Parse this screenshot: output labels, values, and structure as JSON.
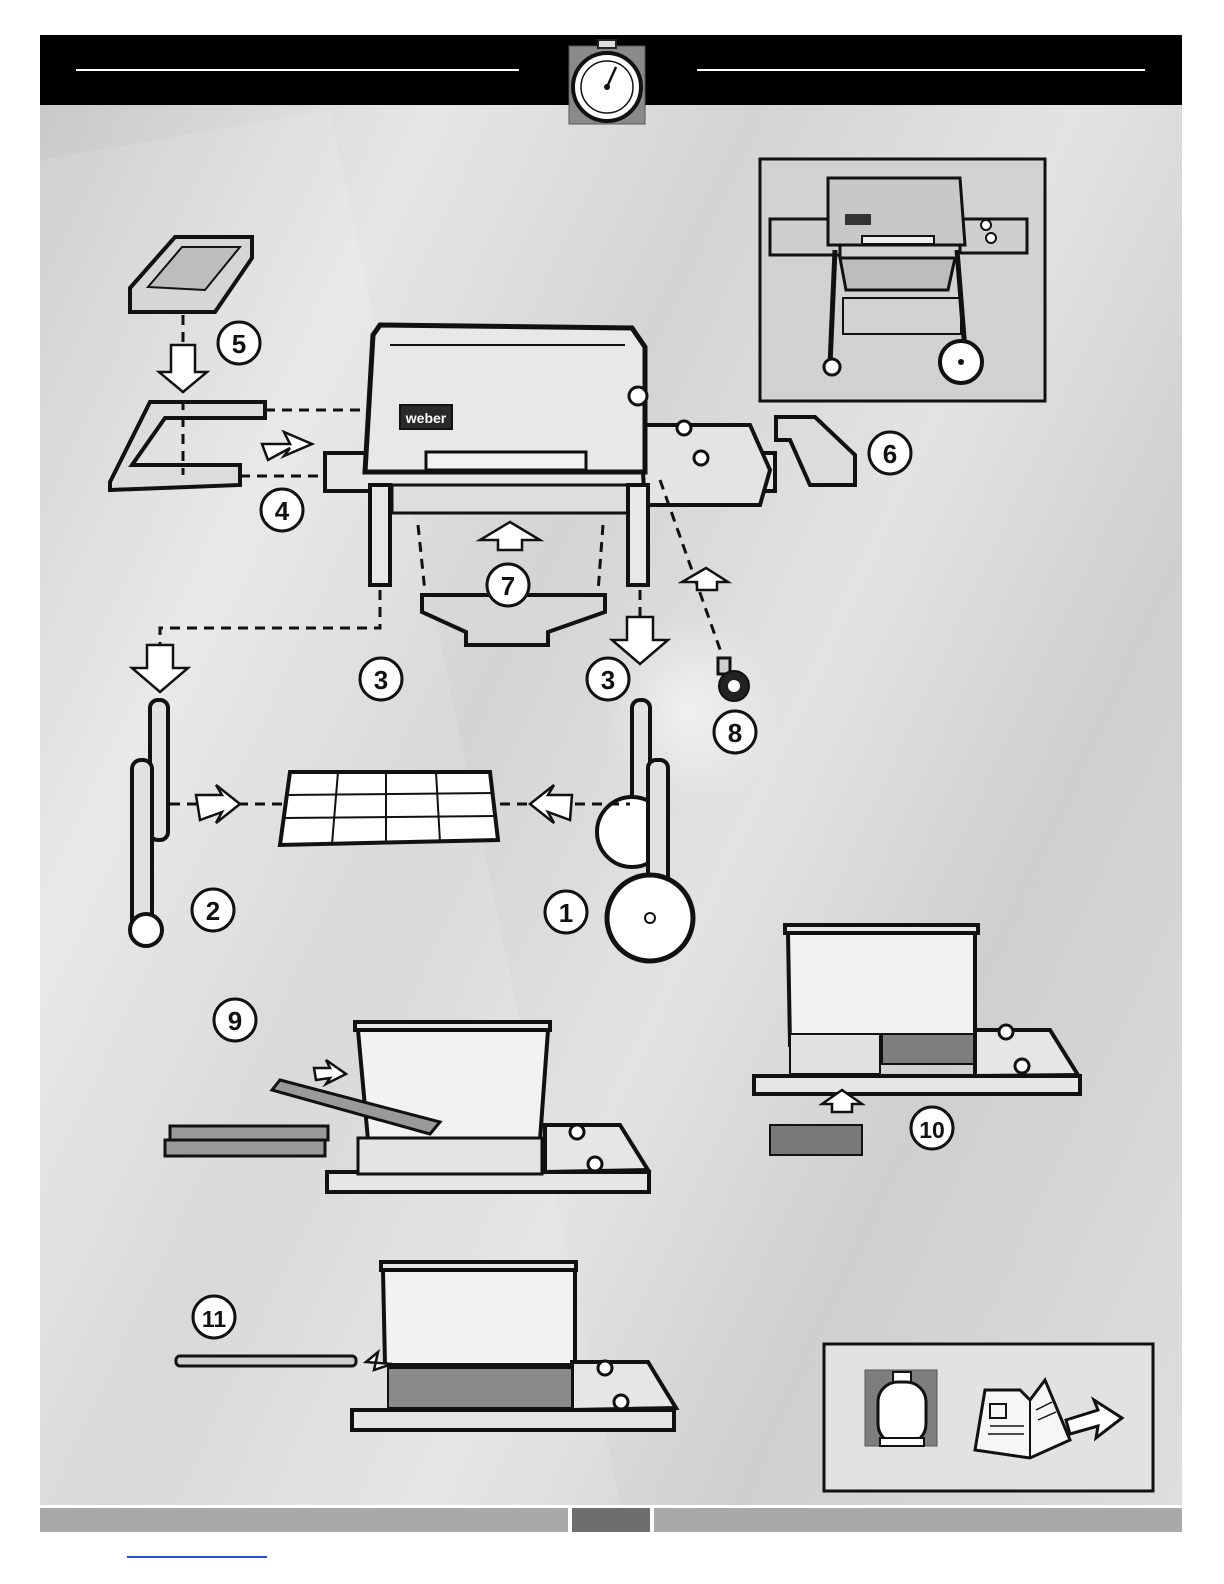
{
  "diagram": {
    "brand_label": "weber",
    "steps": [
      {
        "number": "1"
      },
      {
        "number": "2"
      },
      {
        "number": "3"
      },
      {
        "number": "3"
      },
      {
        "number": "4"
      },
      {
        "number": "5"
      },
      {
        "number": "6"
      },
      {
        "number": "7"
      },
      {
        "number": "8"
      },
      {
        "number": "9"
      },
      {
        "number": "10"
      },
      {
        "number": "11"
      }
    ]
  },
  "icons": {
    "header": "stopwatch-icon",
    "footer_box": [
      "propane-tank-icon",
      "instruction-manual-icon",
      "arrow-right-icon"
    ]
  },
  "colors": {
    "header_bar": "#000000",
    "background_panel": "#d9d9d9",
    "footer_bar": "#a9a9a9",
    "link_underline": "#2b4fd1"
  }
}
